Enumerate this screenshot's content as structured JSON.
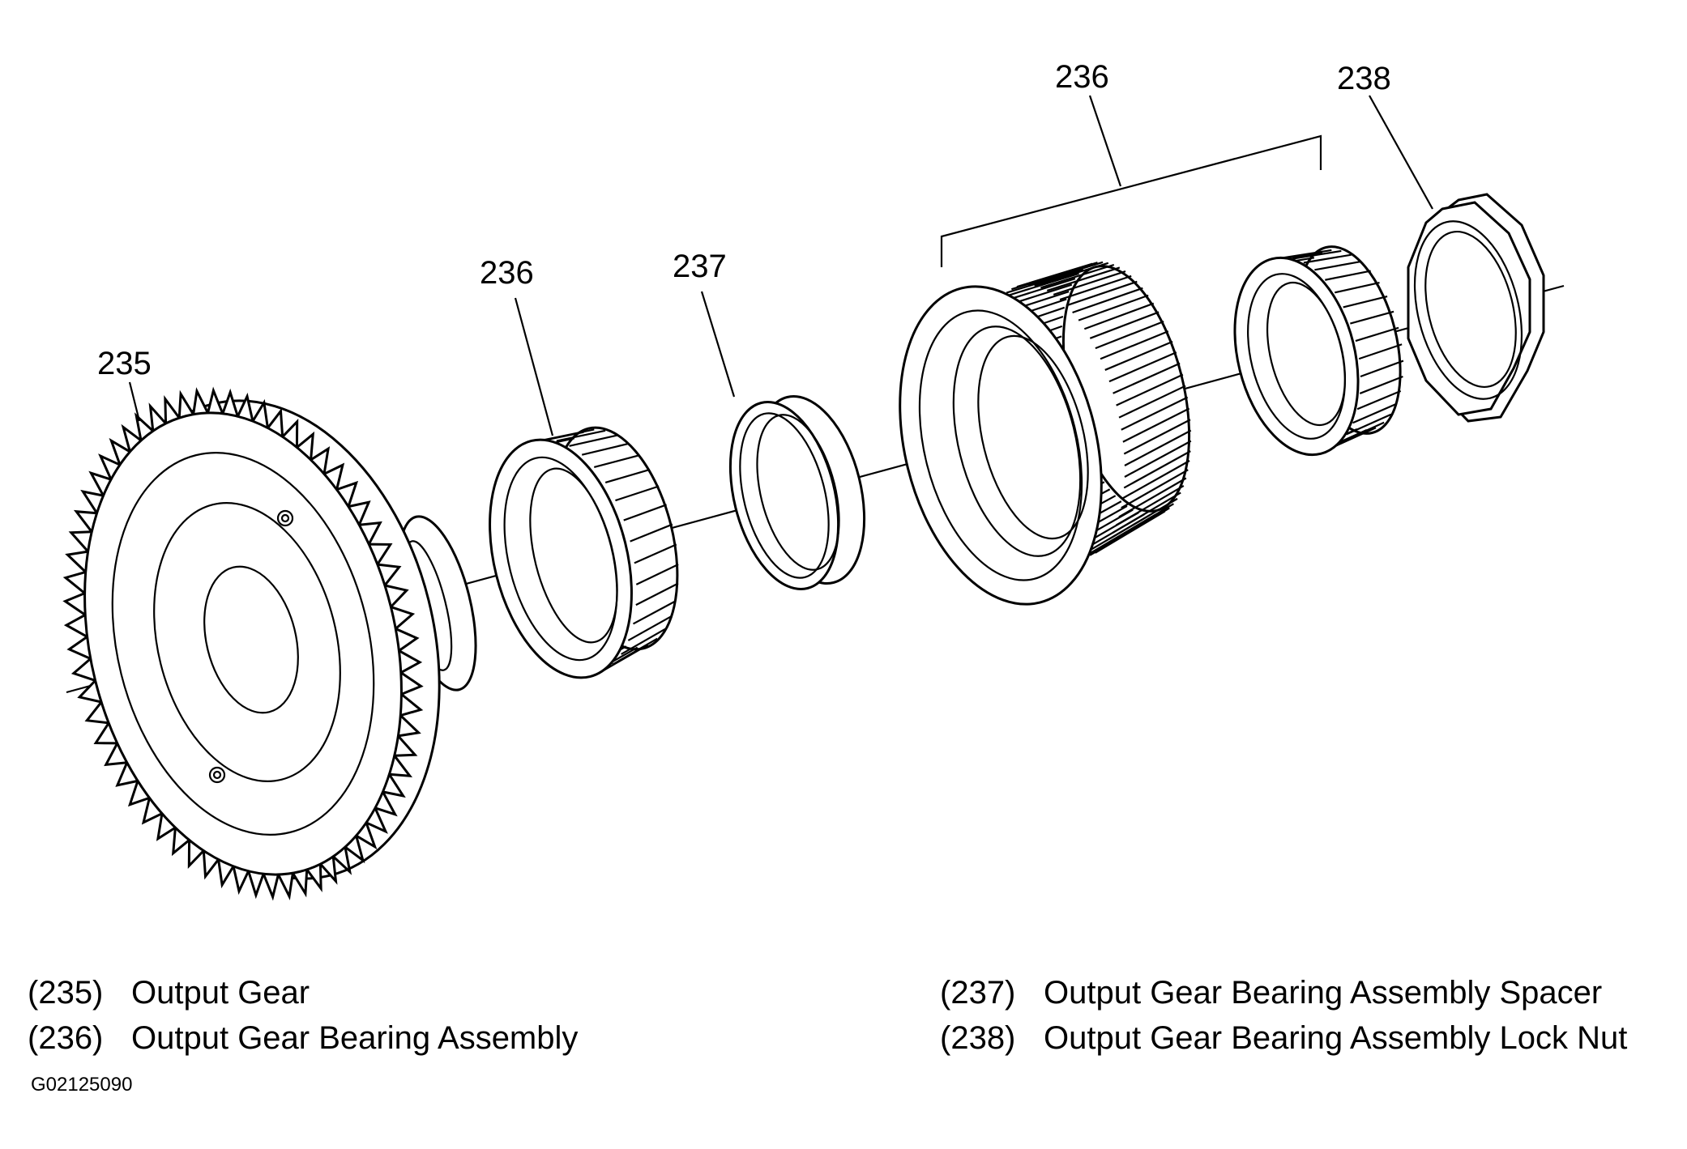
{
  "callouts": {
    "c235": "235",
    "c236_left": "236",
    "c237": "237",
    "c236_right": "236",
    "c238": "238"
  },
  "legend": [
    {
      "num": "(235)",
      "text": "Output Gear"
    },
    {
      "num": "(236)",
      "text": "Output Gear Bearing Assembly"
    },
    {
      "num": "(237)",
      "text": "Output Gear Bearing Assembly Spacer"
    },
    {
      "num": "(238)",
      "text": "Output Gear Bearing Assembly Lock Nut"
    }
  ],
  "figure_id": "G02125090"
}
